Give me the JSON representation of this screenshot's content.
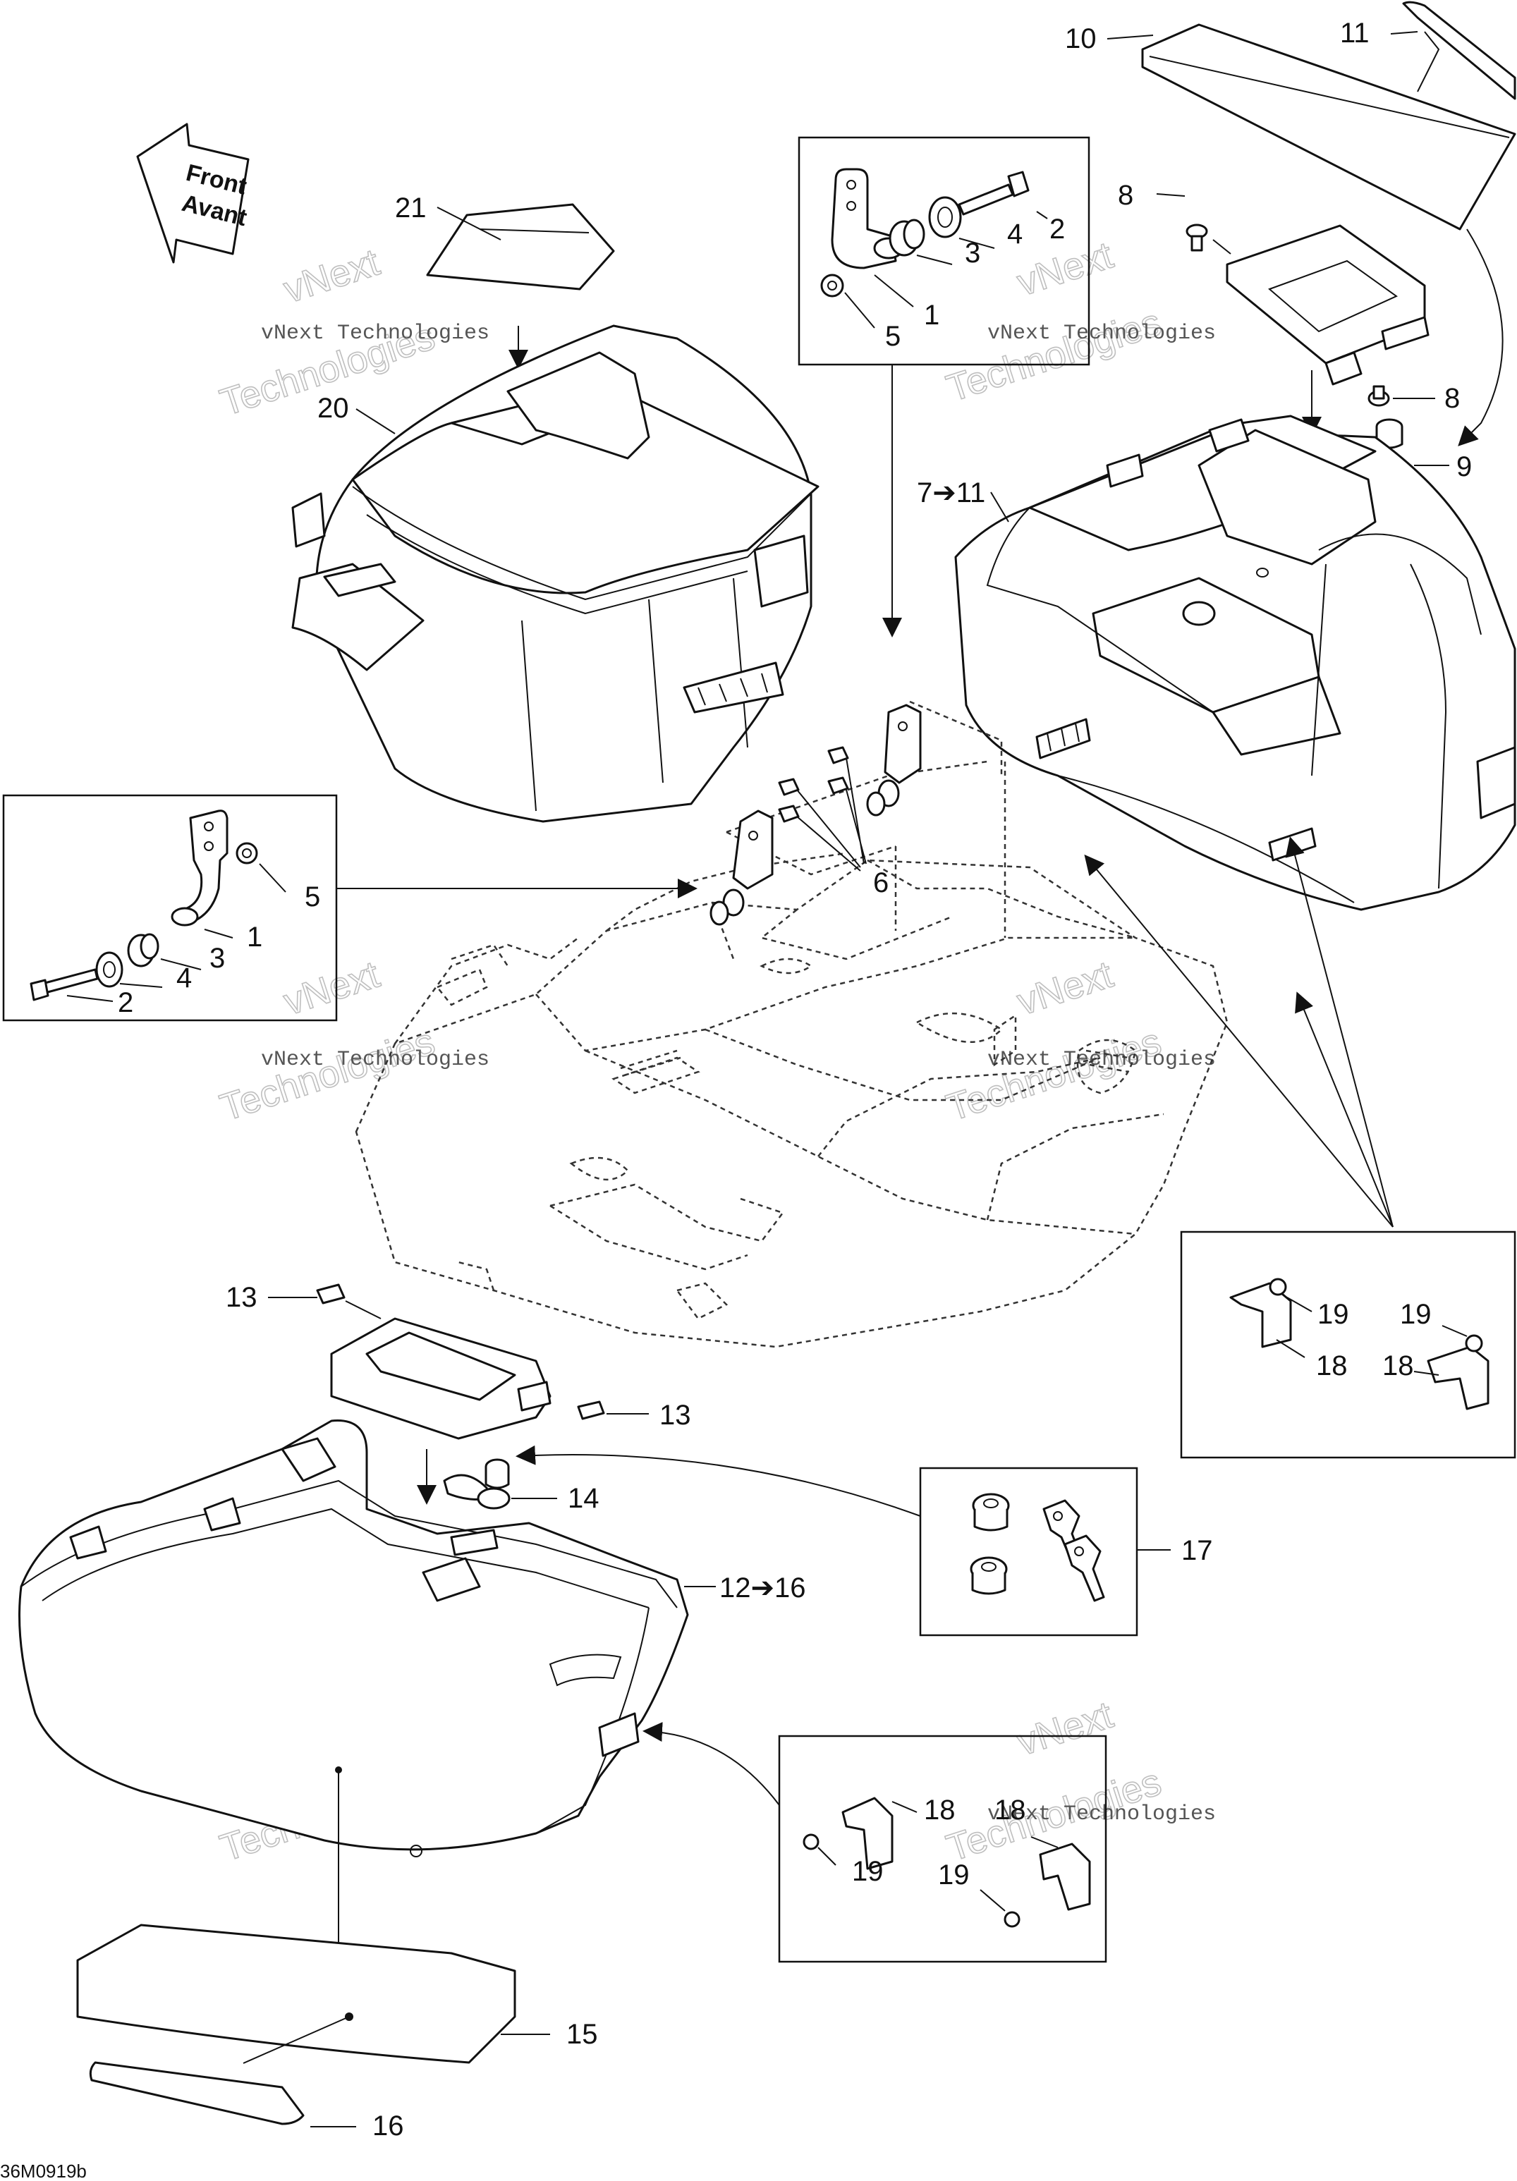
{
  "figure": {
    "code": "36M0919b",
    "orientation_text": [
      "Front",
      "Avant"
    ]
  },
  "callouts": {
    "c1a": "1",
    "c2a": "2",
    "c3a": "3",
    "c4a": "4",
    "c5a": "5",
    "c1b": "1",
    "c2b": "2",
    "c3b": "3",
    "c4b": "4",
    "c5b": "5",
    "c6": "6",
    "c7_11": "7➔11",
    "c8a": "8",
    "c8b": "8",
    "c9": "9",
    "c10": "10",
    "c11": "11",
    "c12_16": "12➔16",
    "c13a": "13",
    "c13b": "13",
    "c14": "14",
    "c15": "15",
    "c16": "16",
    "c17": "17",
    "c18a": "18",
    "c18b": "18",
    "c18c": "18",
    "c18d": "18",
    "c19a": "19",
    "c19b": "19",
    "c19c": "19",
    "c19d": "19",
    "c20": "20",
    "c21": "21"
  },
  "watermark": {
    "line1": "vNext Technologies",
    "line2a": "vNext",
    "line2b": "Technologies"
  }
}
